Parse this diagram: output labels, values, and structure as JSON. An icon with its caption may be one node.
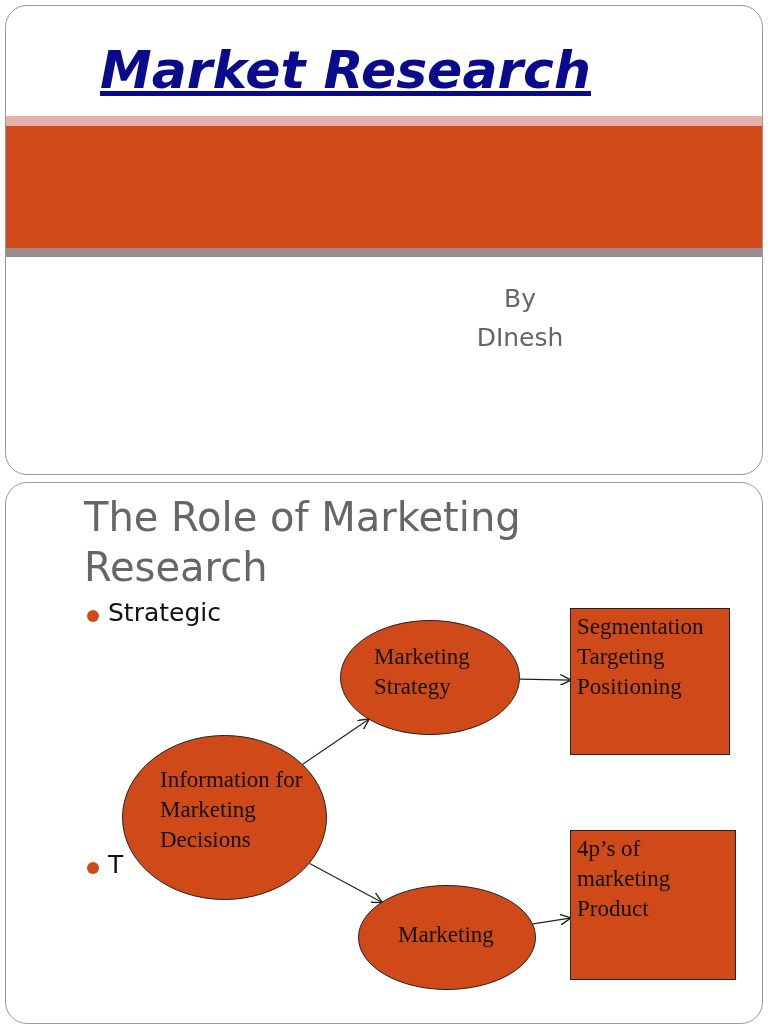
{
  "diagram": {
    "title": "Market Research",
    "nodes": [
      {
        "text": [
          "Information for Marketing Decisions"
        ]
      },
      {
        "text": [
          "Marketing Strategy"
        ]
      },
      {
        "text": [
          "Segmentation Targeting Positioning"
        ]
      },
      {
        "text": [
          "Marketing"
        ]
      },
      {
        "text": [
          "4p’s of marketing Product"
        ]
      }
    ],
    "edges": [
      {
        "from": 0,
        "to": 1,
        "arrow": "to"
      },
      {
        "from": 1,
        "to": 2,
        "arrow": "to"
      },
      {
        "from": 0,
        "to": 3,
        "arrow": "to"
      },
      {
        "from": 3,
        "to": 4,
        "arrow": "to"
      }
    ],
    "labels": [
      "By DInesh",
      "The Role of Marketing Research",
      "Strategic",
      "T"
    ]
  }
}
